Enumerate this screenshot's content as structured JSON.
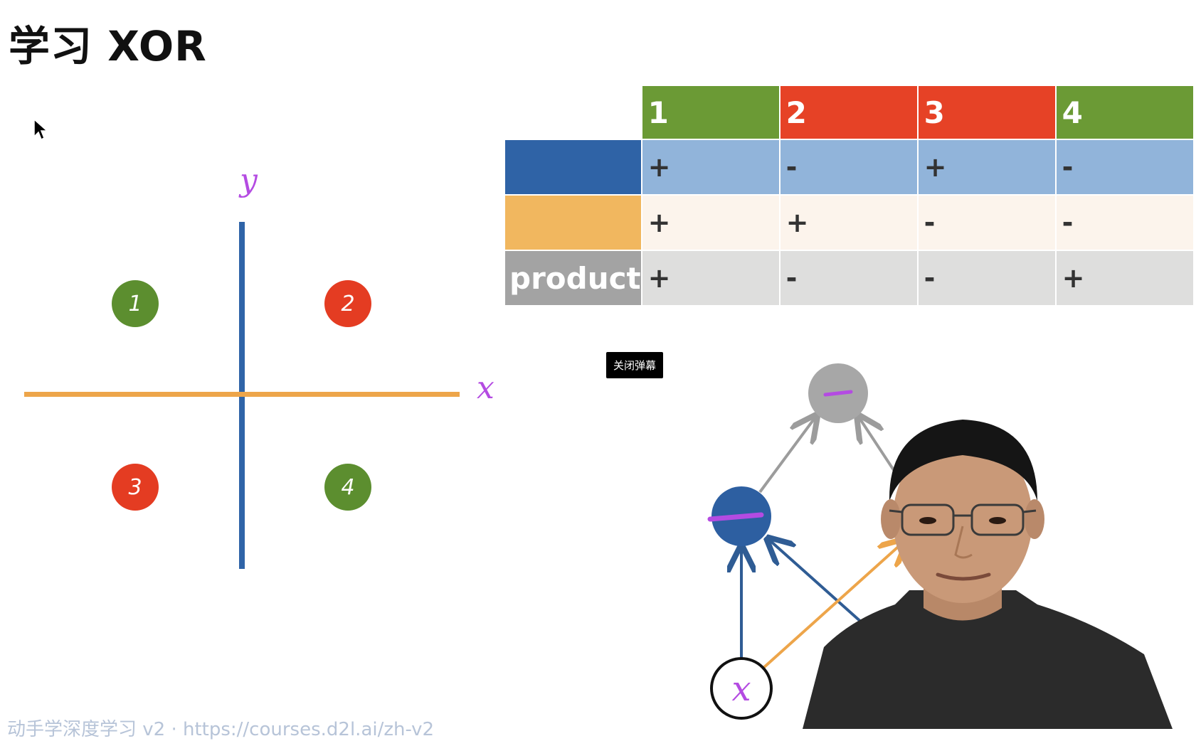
{
  "slide": {
    "title": "学习 XOR",
    "footer_text": "动手学深度学习 v2 · https://courses.d2l.ai/zh-v2"
  },
  "quadrant_diagram": {
    "y_axis_label": "y",
    "x_axis_label": "x",
    "points": [
      {
        "label": "1",
        "color": "#5c8e2f"
      },
      {
        "label": "2",
        "color": "#e43c22"
      },
      {
        "label": "3",
        "color": "#e43c22"
      },
      {
        "label": "4",
        "color": "#5c8e2f"
      }
    ]
  },
  "sign_table": {
    "headers": [
      {
        "label": "1",
        "color": "#6b9a35"
      },
      {
        "label": "2",
        "color": "#e64226"
      },
      {
        "label": "3",
        "color": "#e64226"
      },
      {
        "label": "4",
        "color": "#6b9a35"
      }
    ],
    "rows": [
      {
        "label": "",
        "label_color": "#2f63a6",
        "cells": [
          "+",
          "-",
          "+",
          "-"
        ]
      },
      {
        "label": "",
        "label_color": "#f1b75f",
        "cells": [
          "+",
          "+",
          "-",
          "-"
        ]
      },
      {
        "label": "product",
        "label_color": "#a3a3a3",
        "cells": [
          "+",
          "-",
          "-",
          "+"
        ]
      }
    ]
  },
  "tooltip": {
    "text": "关闭弹幕"
  },
  "network": {
    "input_label": "x",
    "output_sign": "-",
    "hidden_blue_sign": "-"
  },
  "colors": {
    "blue_axis": "#2f64a8",
    "orange_axis": "#eda54a",
    "handwriting": "#b44be2"
  }
}
